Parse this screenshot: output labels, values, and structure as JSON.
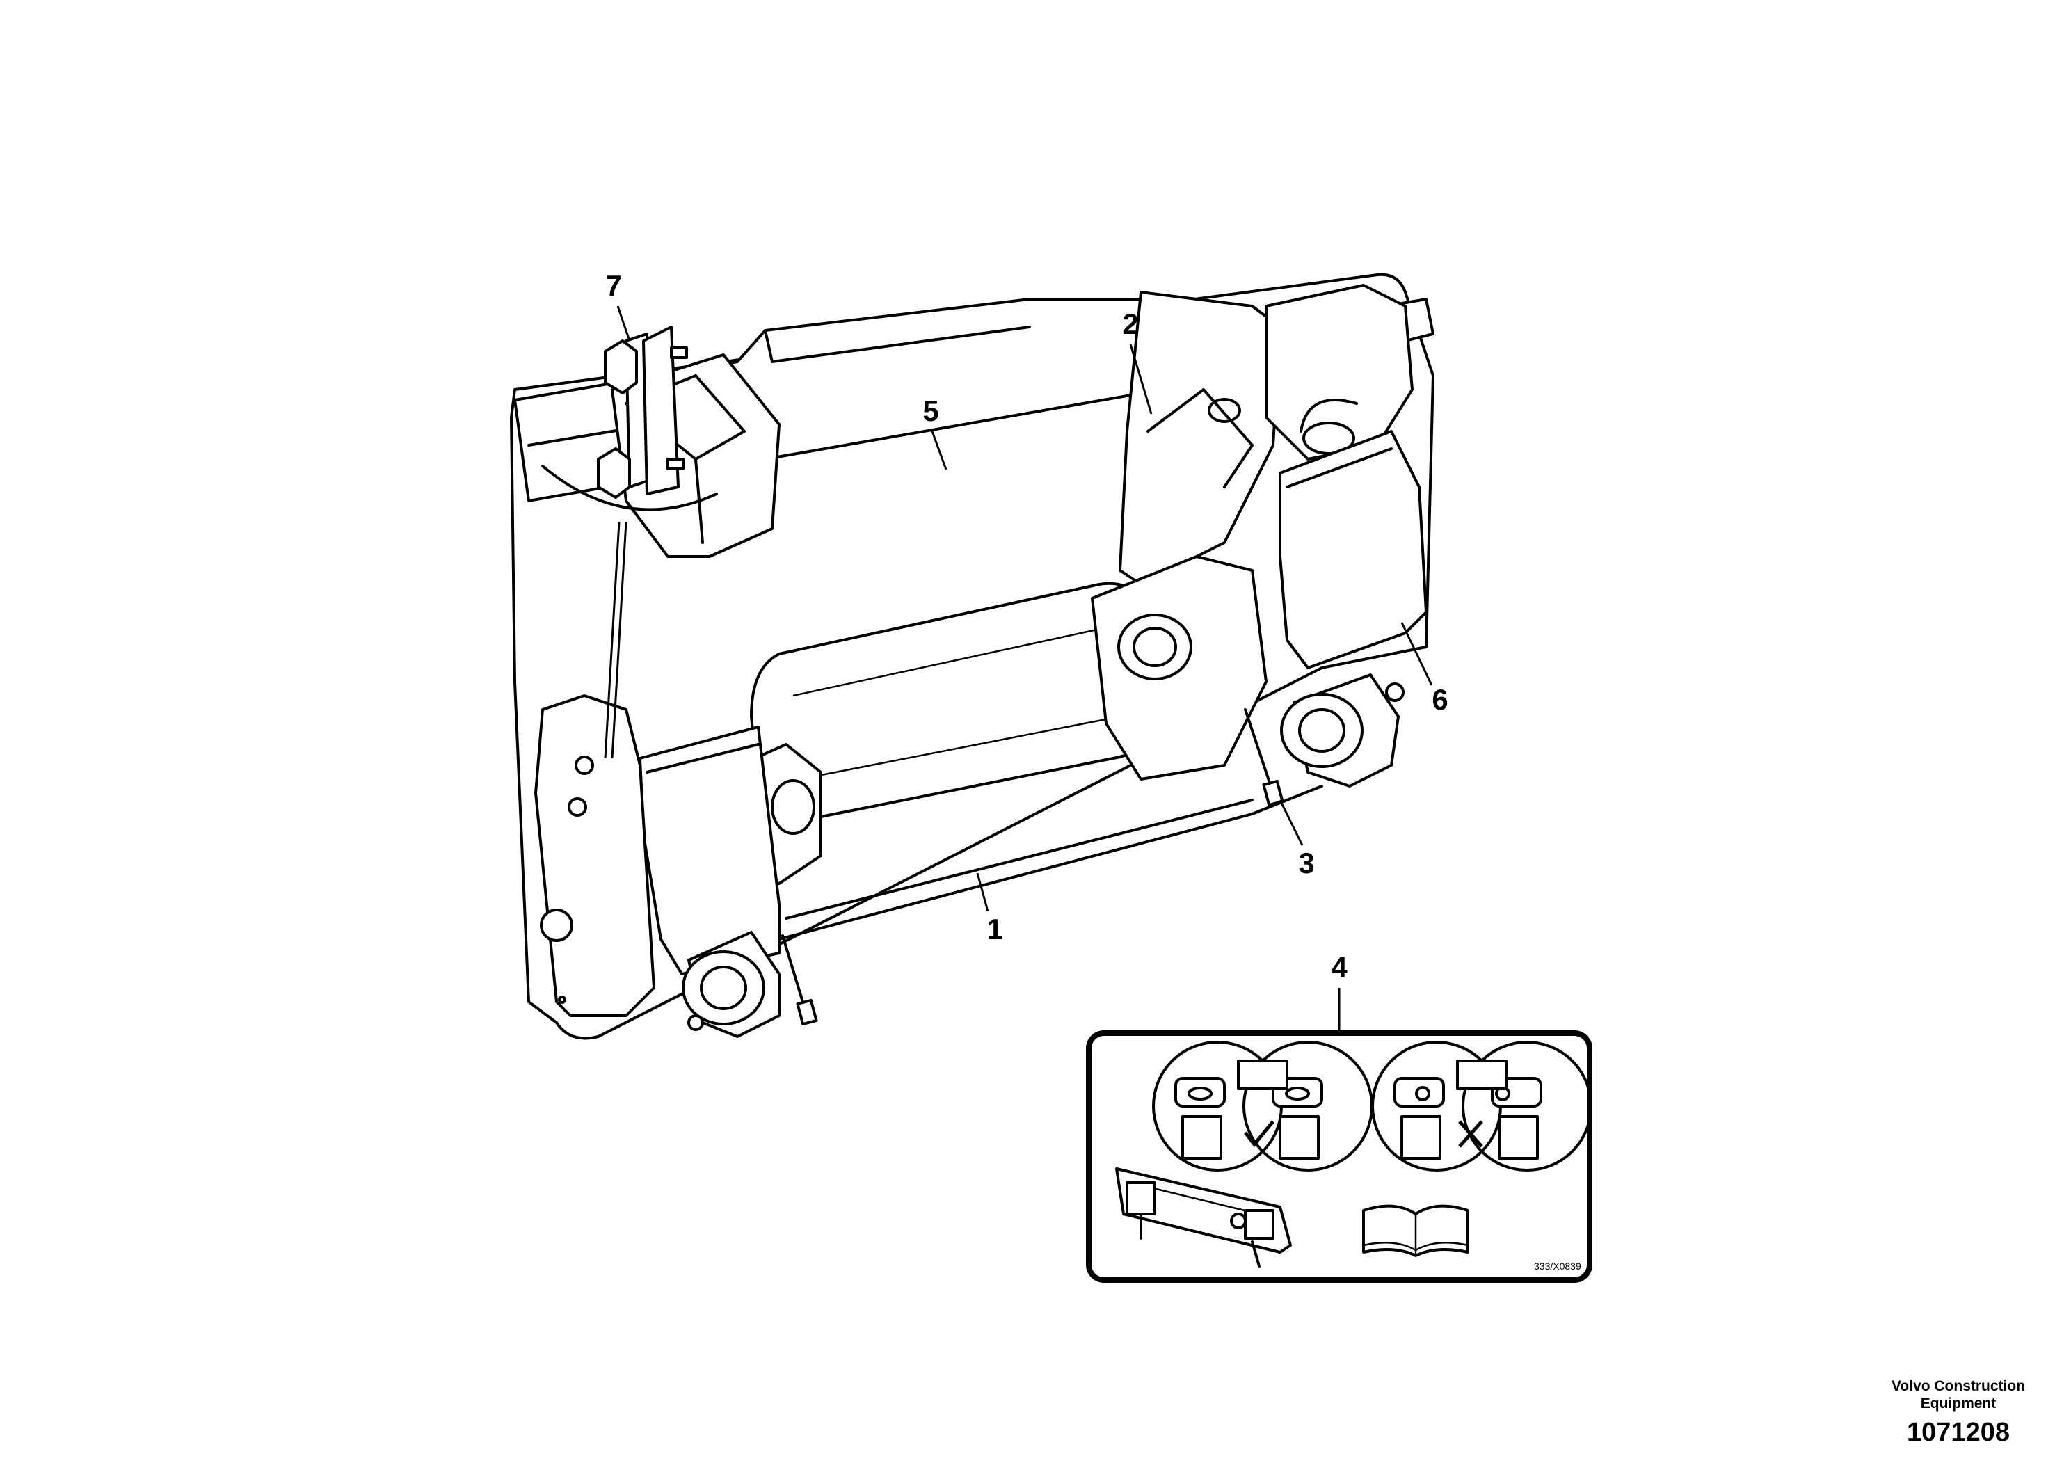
{
  "callouts": {
    "c1": "1",
    "c2": "2",
    "c3": "3",
    "c4": "4",
    "c5": "5",
    "c6": "6",
    "c7": "7"
  },
  "inset": {
    "code": "333/X0839"
  },
  "footer": {
    "company": "Volvo Construction Equipment",
    "document_number": "1071208"
  }
}
